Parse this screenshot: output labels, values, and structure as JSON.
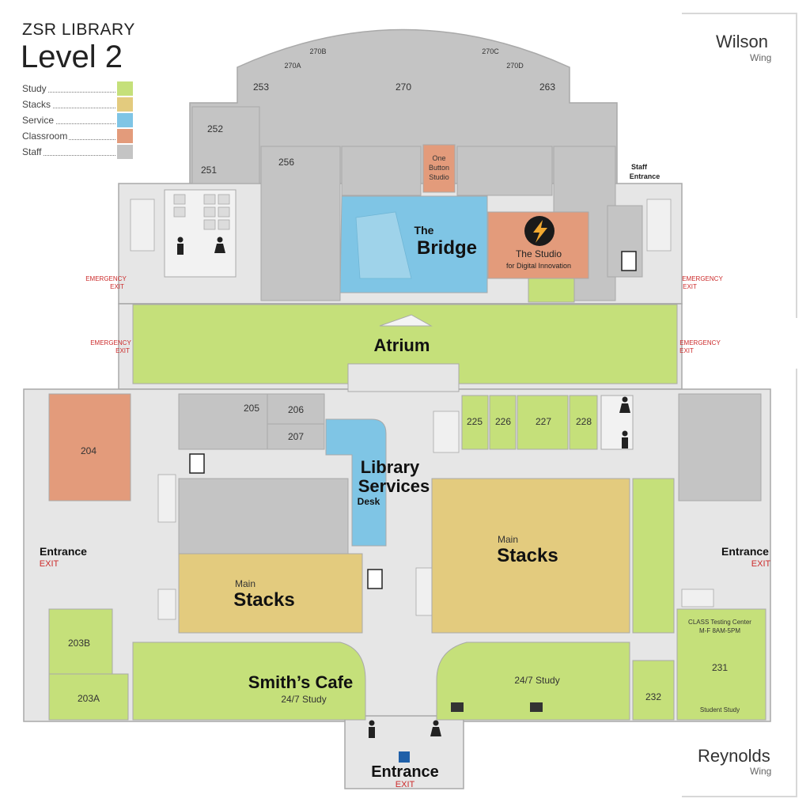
{
  "title": {
    "library": "ZSR LIBRARY",
    "level": "Level 2"
  },
  "legend": [
    {
      "label": "Study",
      "color": "#c5e07a"
    },
    {
      "label": "Stacks",
      "color": "#e3cb7e"
    },
    {
      "label": "Service",
      "color": "#7fc5e5"
    },
    {
      "label": "Classroom",
      "color": "#e39b7b"
    },
    {
      "label": "Staff",
      "color": "#c4c4c4"
    }
  ],
  "wings": {
    "wilson": {
      "name": "Wilson",
      "sub": "Wing"
    },
    "reynolds": {
      "name": "Reynolds",
      "sub": "Wing"
    }
  },
  "rooms": {
    "r270": "270",
    "r270a": "270A",
    "r270b": "270B",
    "r270c": "270C",
    "r270d": "270D",
    "r253": "253",
    "r263": "263",
    "r252": "252",
    "r251": "251",
    "r256": "256",
    "r205": "205",
    "r206": "206",
    "r207": "207",
    "r204": "204",
    "r225": "225",
    "r226": "226",
    "r227": "227",
    "r228": "228",
    "r203b": "203B",
    "r203a": "203A",
    "r232": "232",
    "r231": "231"
  },
  "labels": {
    "one_button": [
      "One",
      "Button",
      "Studio"
    ],
    "bridge_the": "The",
    "bridge": "Bridge",
    "studio": "The Studio",
    "studio_sub": "for Digital Innovation",
    "staff_entrance": [
      "Staff",
      "Entrance"
    ],
    "emergency": "EMERGENCY",
    "exit": "EXIT",
    "atrium": "Atrium",
    "lib_services": [
      "Library",
      "Services"
    ],
    "desk": "Desk",
    "main": "Main",
    "stacks": "Stacks",
    "entrance": "Entrance",
    "smiths_cafe": "Smith’s Cafe",
    "study_247": "24/7 Study",
    "class_testing": [
      "CLASS Testing Center",
      "M-F 8AM-5PM"
    ],
    "student_study": "Student Study"
  },
  "colors": {
    "study": "#c5e07a",
    "stacks": "#e3cb7e",
    "service": "#7fc5e5",
    "classroom": "#e39b7b",
    "staff": "#c4c4c4",
    "common": "#e6e6e6",
    "wall": "#a9a9a9",
    "exit_red": "#cc2b2b",
    "studio_logo": "#1a1a1a",
    "lightning": "#f0a830"
  },
  "icons": [
    "restroom-icon",
    "elevator-icon",
    "printer-icon",
    "accessible-icon",
    "lightning-icon"
  ]
}
